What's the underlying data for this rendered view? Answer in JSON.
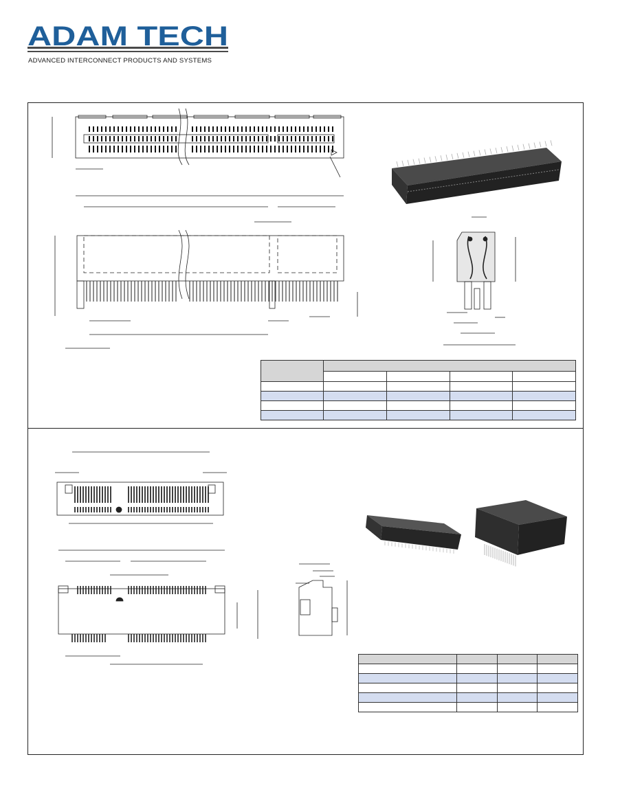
{
  "brand": {
    "name": "ADAM TECH",
    "tagline": "ADVANCED INTERCONNECT PRODUCTS AND SYSTEMS",
    "color": "#1f5f9a"
  },
  "colors": {
    "frame": "#222222",
    "header_fill": "#d6d6d6",
    "row_highlight": "#d4ddf0",
    "connector_body": "#2a2a2a"
  },
  "section_top": {
    "table": {
      "data_columns": 4,
      "body_rows": 4,
      "highlighted_rows": [
        2,
        4
      ]
    }
  },
  "section_bottom": {
    "table": {
      "data_columns": 3,
      "body_rows": 5,
      "highlighted_rows": [
        2,
        4
      ]
    }
  }
}
